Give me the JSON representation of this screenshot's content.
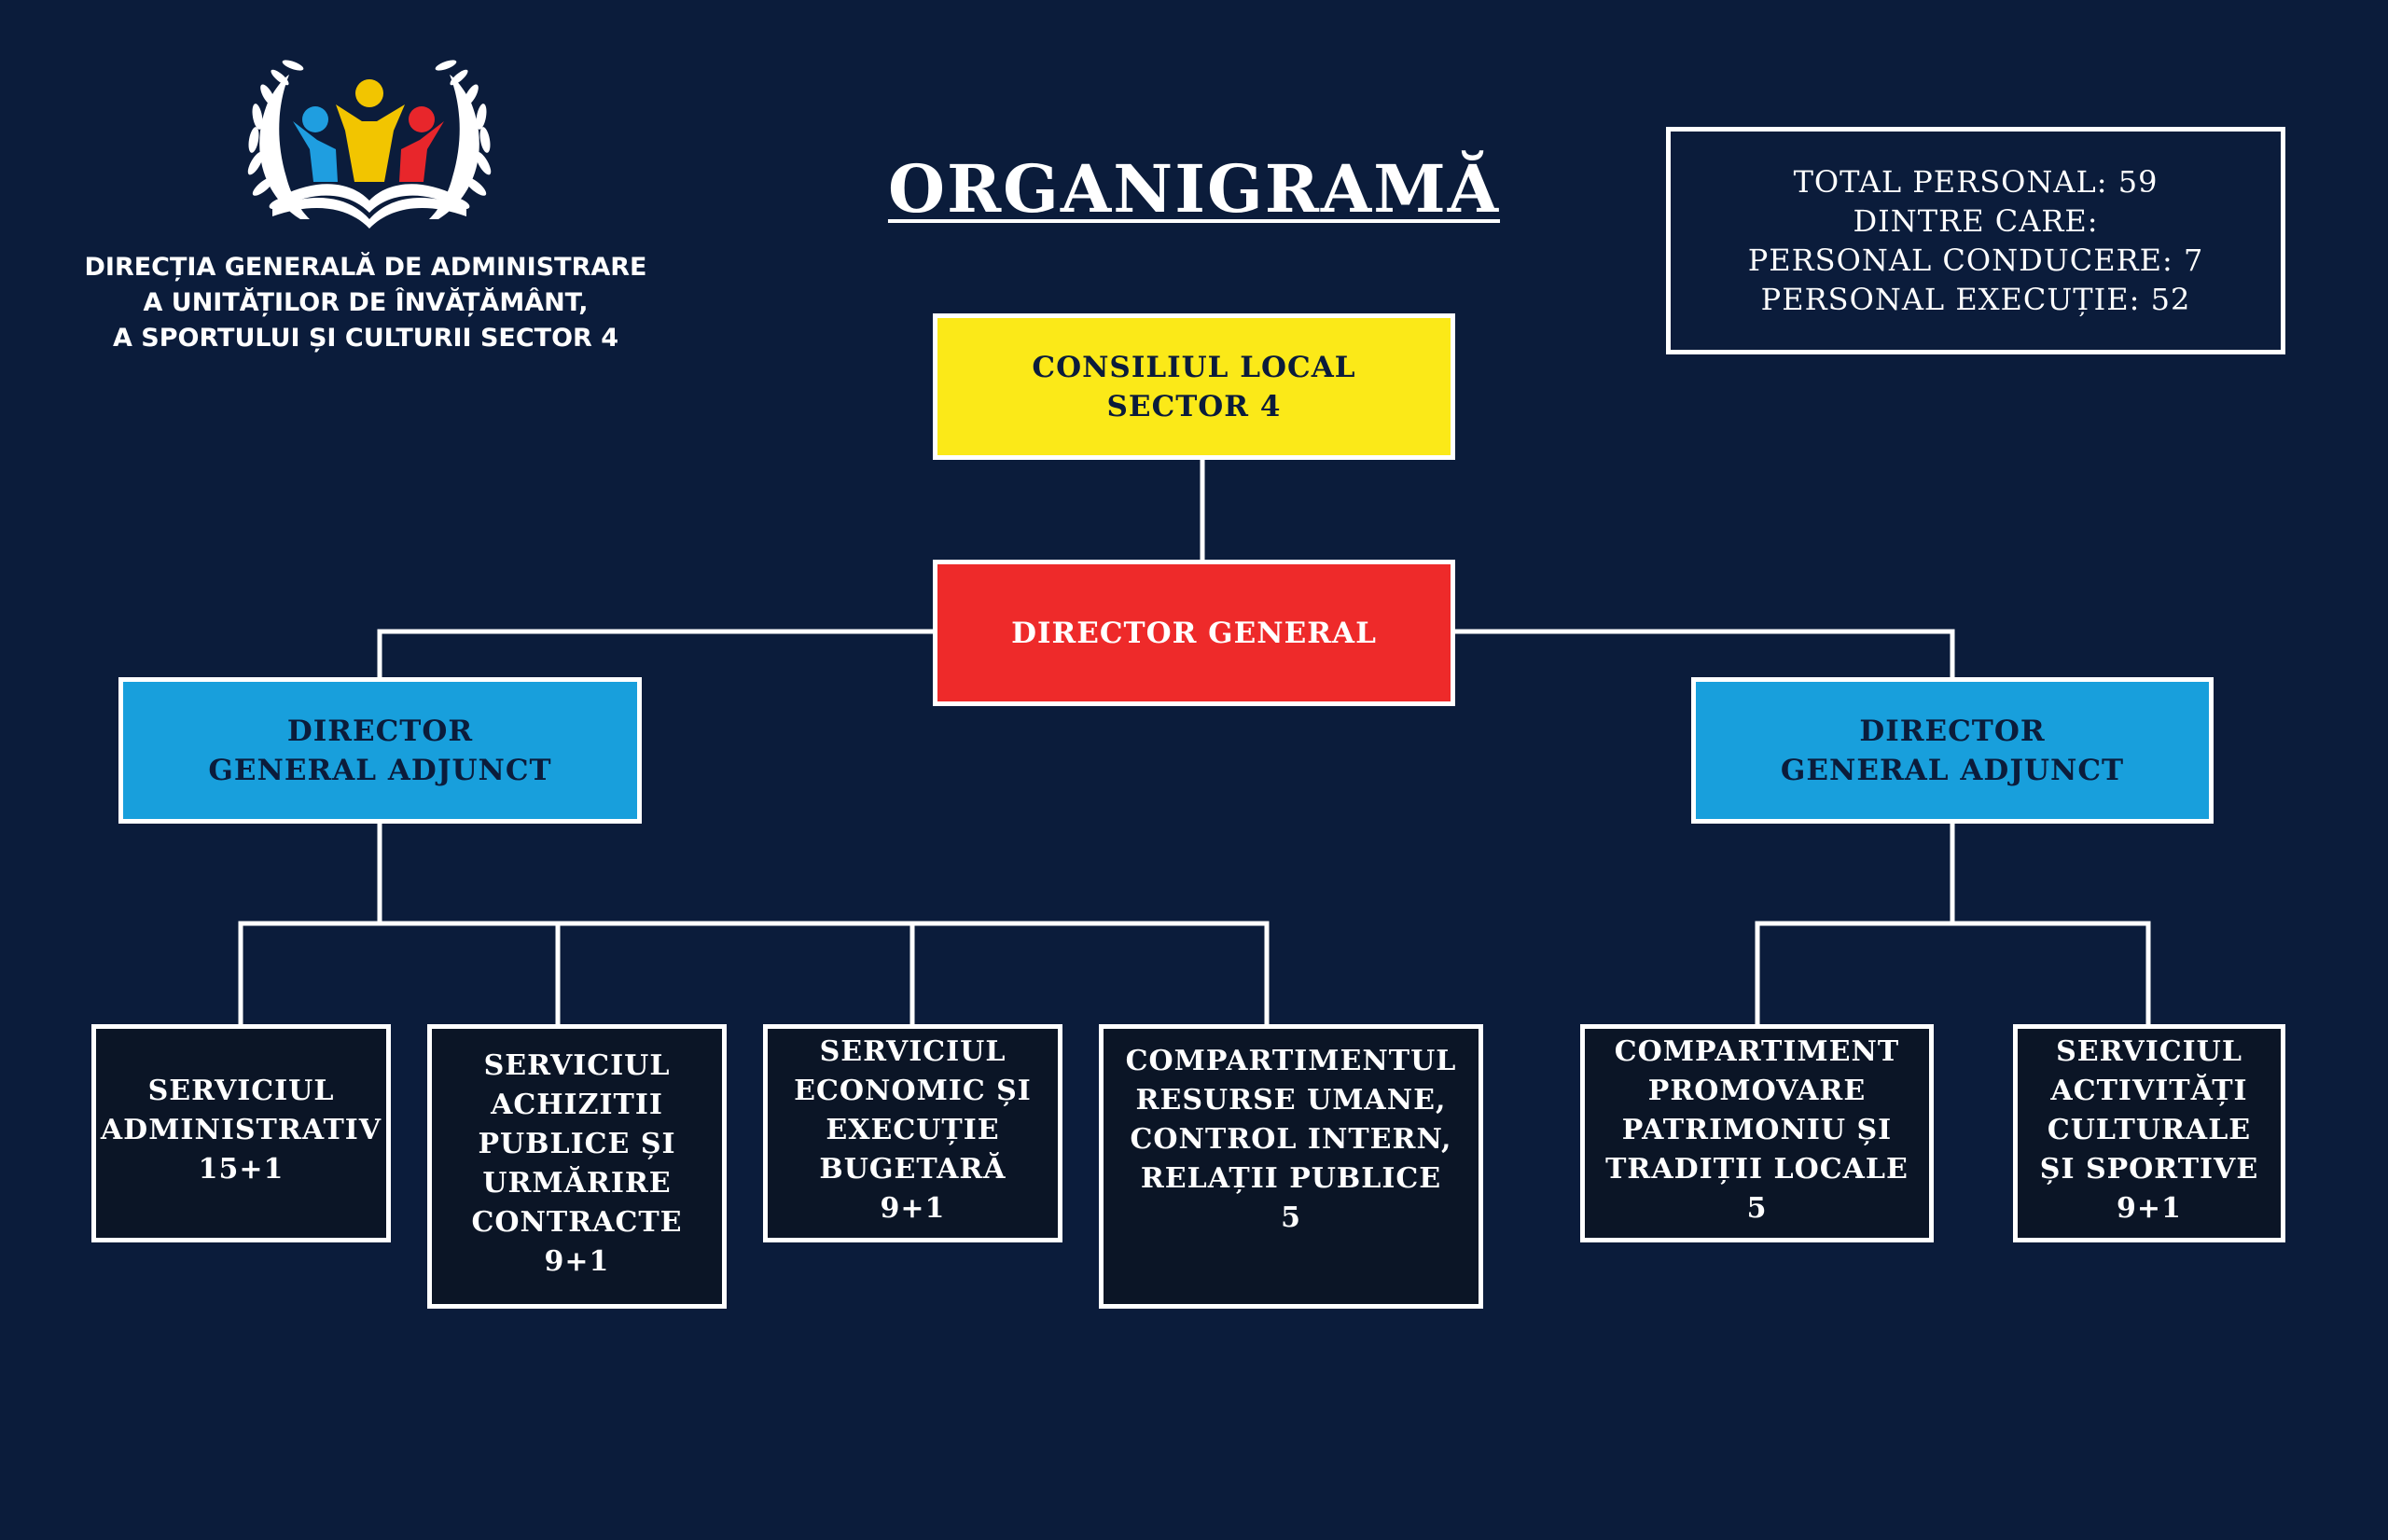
{
  "header": {
    "title": "ORGANIGRAMĂ",
    "organization_lines": [
      "DIRECȚIA GENERALĂ DE ADMINISTRARE",
      "A UNITĂȚILOR DE ÎNVĂȚĂMÂNT,",
      "A SPORTULUI ȘI CULTURII SECTOR 4"
    ]
  },
  "stats": {
    "lines": [
      "TOTAL PERSONAL: 59",
      "DINTRE CARE:",
      "PERSONAL CONDUCERE: 7",
      "PERSONAL EXECUȚIE: 52"
    ]
  },
  "nodes": {
    "consiliu": {
      "lines": [
        "CONSILIUL LOCAL",
        "SECTOR 4"
      ]
    },
    "director_general": {
      "lines": [
        "DIRECTOR GENERAL"
      ]
    },
    "adjunct_left": {
      "lines": [
        "DIRECTOR",
        "GENERAL ADJUNCT"
      ]
    },
    "adjunct_right": {
      "lines": [
        "DIRECTOR",
        "GENERAL ADJUNCT"
      ]
    },
    "serviciul_administrativ": {
      "lines": [
        "SERVICIUL",
        "ADMINISTRATIV",
        "15+1"
      ]
    },
    "serviciul_achizitii": {
      "lines": [
        "SERVICIUL",
        "ACHIZITII",
        "PUBLICE  ȘI",
        "URMĂRIRE",
        "CONTRACTE",
        "9+1"
      ]
    },
    "serviciul_economic": {
      "lines": [
        "SERVICIUL",
        "ECONOMIC ȘI",
        "EXECUȚIE",
        "BUGETARĂ",
        "9+1"
      ]
    },
    "compartimentul_resurse": {
      "lines": [
        "COMPARTIMENTUL",
        "RESURSE UMANE,",
        "CONTROL INTERN,",
        "RELAȚII PUBLICE",
        "5"
      ]
    },
    "compartiment_promovare": {
      "lines": [
        "COMPARTIMENT",
        "PROMOVARE",
        "PATRIMONIU ȘI",
        "TRADIȚII LOCALE",
        "5"
      ]
    },
    "serviciul_activitati": {
      "lines": [
        "SERVICIUL",
        "ACTIVITĂȚI",
        "CULTURALE",
        "ȘI SPORTIVE",
        "9+1"
      ]
    }
  },
  "colors": {
    "background": "#0b1c3b",
    "consiliu": "#fbe918",
    "director_general": "#ee2a2a",
    "adjunct": "#189fdc",
    "departments": "#0b1526",
    "lines": "#ffffff"
  },
  "logo": {
    "icon": "laurel-children-book-logo",
    "figure_colors": [
      "#1f9ee0",
      "#f2c500",
      "#e8262b"
    ]
  }
}
